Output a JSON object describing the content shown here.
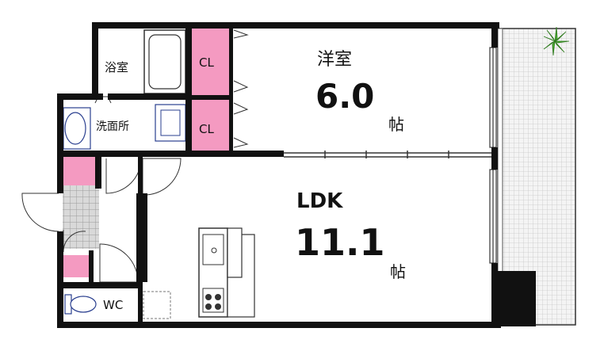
{
  "rooms": {
    "western_room": {
      "name": "洋室",
      "size": "6.0",
      "unit": "帖"
    },
    "ldk": {
      "name": "LDK",
      "size": "11.1",
      "unit": "帖"
    },
    "bath": "浴室",
    "washroom": "洗面所",
    "toilet": "WC",
    "closet_upper": "CL",
    "closet_lower": "CL"
  },
  "colors": {
    "wall": "#111111",
    "closet": "#f49ac1",
    "balcony_tile": "#e6e6e6",
    "entrance_tile": "#cfcfcf",
    "plant": "#4caf32"
  }
}
